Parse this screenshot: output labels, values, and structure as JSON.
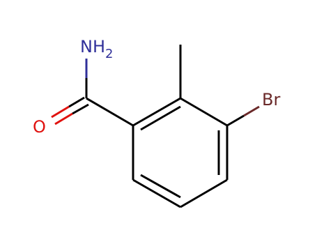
{
  "molecule": {
    "atoms": {
      "nitrogen": {
        "text": "NH",
        "subscript": "2",
        "color": "#30309a"
      },
      "oxygen": {
        "text": "O",
        "color": "#e0120f"
      },
      "bromine": {
        "text": "Br",
        "color": "#6b2a2a"
      }
    },
    "bond_color": "#000000",
    "background": "#ffffff"
  }
}
